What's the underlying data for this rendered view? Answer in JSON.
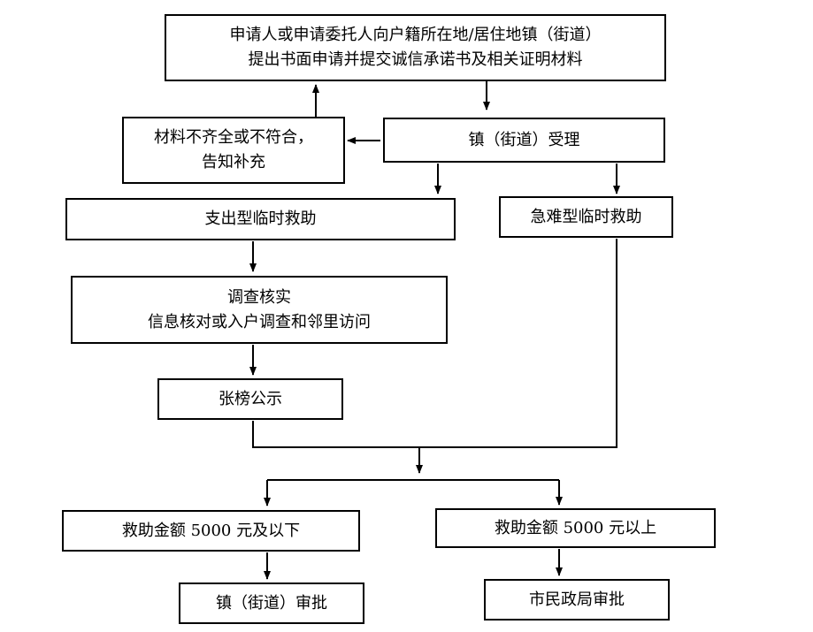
{
  "nodes": {
    "apply": {
      "line1": "申请人或申请委托人向户籍所在地/居住地镇（街道）",
      "line2": "提出书面申请并提交诚信承诺书及相关证明材料"
    },
    "incomplete": {
      "line1": "材料不齐全或不符合，",
      "line2": "告知补充"
    },
    "accept": {
      "label": "镇（街道）受理"
    },
    "expense": {
      "label": "支出型临时救助"
    },
    "emergency": {
      "label": "急难型临时救助"
    },
    "investigate": {
      "line1": "调查核实",
      "line2": "信息核对或入户调查和邻里访问"
    },
    "publicize": {
      "label": "张榜公示"
    },
    "below5000": {
      "label": "救助金额 5000 元及以下"
    },
    "above5000": {
      "label": "救助金额 5000 元以上"
    },
    "town_approve": {
      "label": "镇（街道）审批"
    },
    "city_approve": {
      "label": "市民政局审批"
    }
  }
}
